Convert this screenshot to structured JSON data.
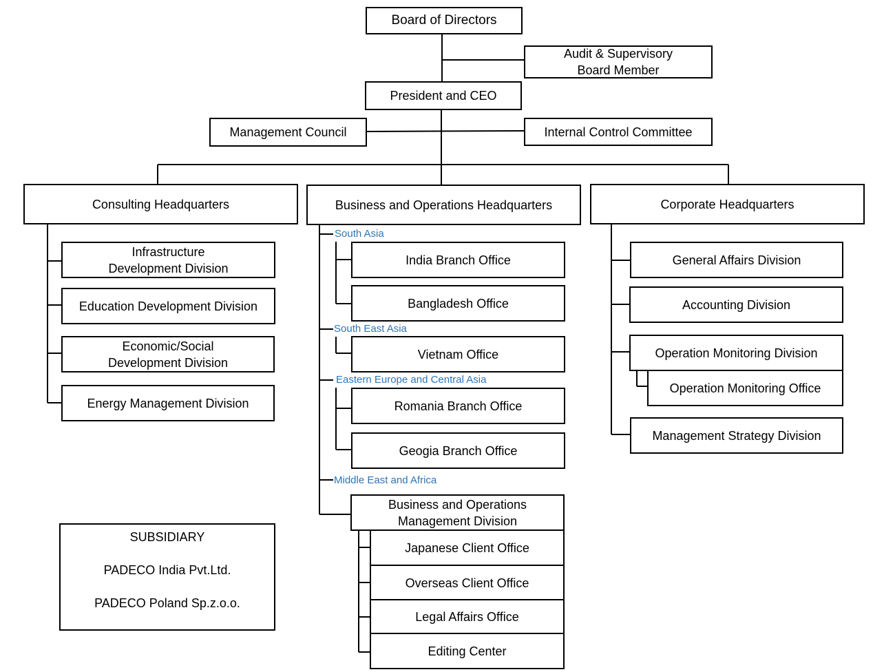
{
  "top": {
    "board": "Board of Directors",
    "audit": "Audit & Supervisory\nBoard Member",
    "president": "President and CEO",
    "management_council": "Management Council",
    "internal_control": "Internal Control Committee"
  },
  "headquarters": {
    "consulting": "Consulting Headquarters",
    "business": "Business and Operations Headquarters",
    "corporate": "Corporate Headquarters"
  },
  "consulting_divisions": [
    "Infrastructure\nDevelopment Division",
    "Education Development Division",
    "Economic/Social\nDevelopment Division",
    "Energy Management Division"
  ],
  "regions": {
    "south_asia": "South Asia",
    "south_east_asia": "South East Asia",
    "eastern_europe": "Eastern Europe and Central Asia",
    "middle_east": "Middle East and Africa"
  },
  "offices": {
    "india": "India Branch Office",
    "bangladesh": "Bangladesh Office",
    "vietnam": "Vietnam Office",
    "romania": "Romania Branch Office",
    "georgia": "Geogia Branch Office"
  },
  "bomd": {
    "title": "Business and Operations\nManagement Division",
    "offices": [
      "Japanese Client Office",
      "Overseas Client Office",
      "Legal Affairs Office",
      "Editing Center"
    ]
  },
  "corporate_divisions": {
    "general_affairs": "General Affairs Division",
    "accounting": "Accounting Division",
    "operation_monitoring_division": "Operation Monitoring Division",
    "operation_monitoring_office": "Operation Monitoring Office",
    "management_strategy": "Management Strategy Division"
  },
  "subsidiary": {
    "heading": "SUBSIDIARY",
    "companies": [
      "PADECO India Pvt.Ltd.",
      "PADECO Poland Sp.z.o.o."
    ]
  }
}
